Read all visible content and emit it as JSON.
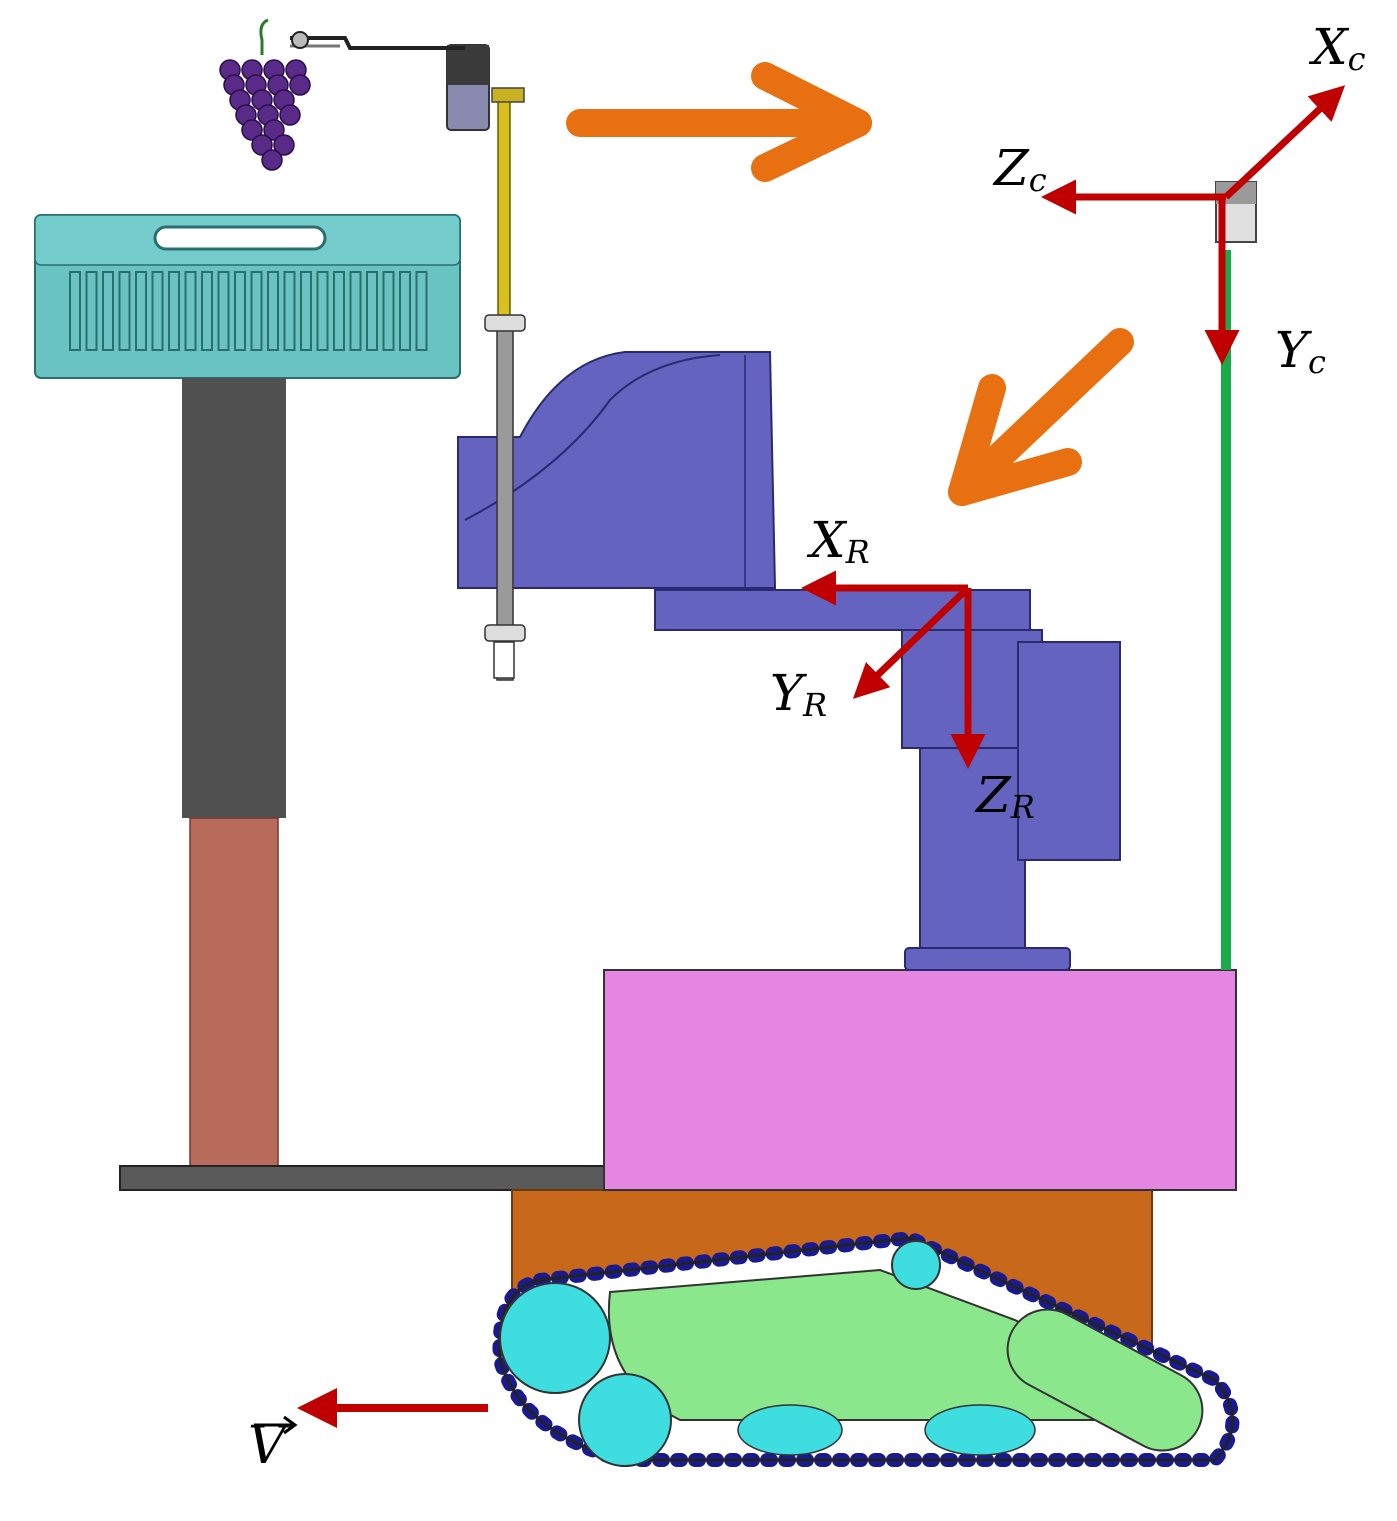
{
  "labels": {
    "camera_x": {
      "main": "X",
      "sub": "c"
    },
    "camera_y": {
      "main": "Y",
      "sub": "c"
    },
    "camera_z": {
      "main": "Z",
      "sub": "c"
    },
    "robot_x": {
      "main": "X",
      "sub": "R"
    },
    "robot_y": {
      "main": "Y",
      "sub": "R"
    },
    "robot_z": {
      "main": "Z",
      "sub": "R"
    },
    "velocity": "V"
  },
  "colors": {
    "axis_arrow": "#c00000",
    "motion_arrow": "#e87010",
    "scara_arm": "#6464c0",
    "platform": "#e586e2",
    "crate": "#69c3c3",
    "pole_dark": "#505050",
    "pole_brown": "#b86b5b",
    "camera_pole": "#1aaa4a",
    "chassis": "#c8681a",
    "track_wheel": "#3ddde0",
    "track_frame": "#8be78b",
    "track_chain": "#1a1a90",
    "grapes": "#5a2a88",
    "gripper_rod": "#d8c020"
  }
}
